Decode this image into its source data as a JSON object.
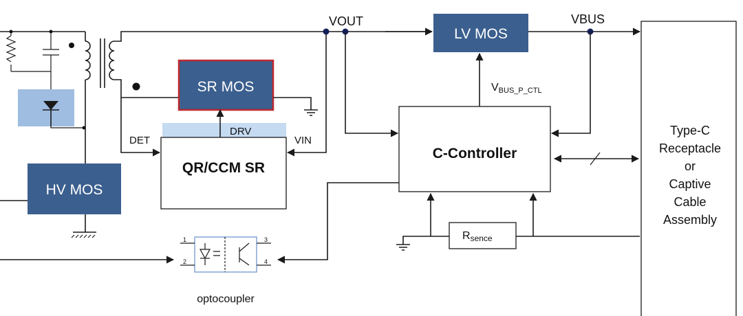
{
  "blocks": {
    "lv_mos": "LV MOS",
    "sr_mos": "SR MOS",
    "hv_mos": "HV MOS",
    "qr_ccm_sr": "QR/CCM SR",
    "c_controller": "C-Controller",
    "type_c": [
      "Type-C",
      "Receptacle",
      "or",
      "Captive",
      "Cable",
      "Assembly"
    ],
    "r_sense_main": "R",
    "r_sense_sub": "sence"
  },
  "labels": {
    "vout": "VOUT",
    "vbus": "VBUS",
    "vbus_ctl_main": "V",
    "vbus_ctl_sub": "BUS_P_CTL",
    "det": "DET",
    "drv": "DRV",
    "vin": "VIN",
    "optocoupler": "optocoupler"
  },
  "opto_pins": [
    "1",
    "2",
    "3",
    "4"
  ],
  "colors": {
    "block_dark": "#3b5f8e",
    "sr_border": "#c0282d",
    "drv_band": "#c5dbf2",
    "diode_box": "#9fbde0",
    "node_dot": "#14205a"
  }
}
